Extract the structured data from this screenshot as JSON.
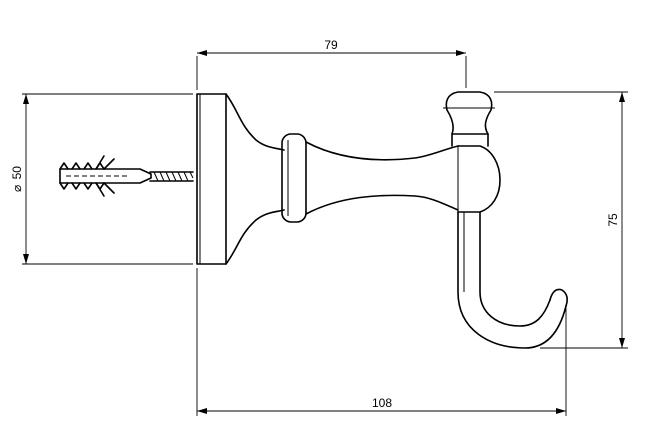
{
  "dimensions": {
    "top_width": "79",
    "diameter_symbol": "⌀",
    "diameter_value": "50",
    "height": "75",
    "total_width": "108"
  }
}
